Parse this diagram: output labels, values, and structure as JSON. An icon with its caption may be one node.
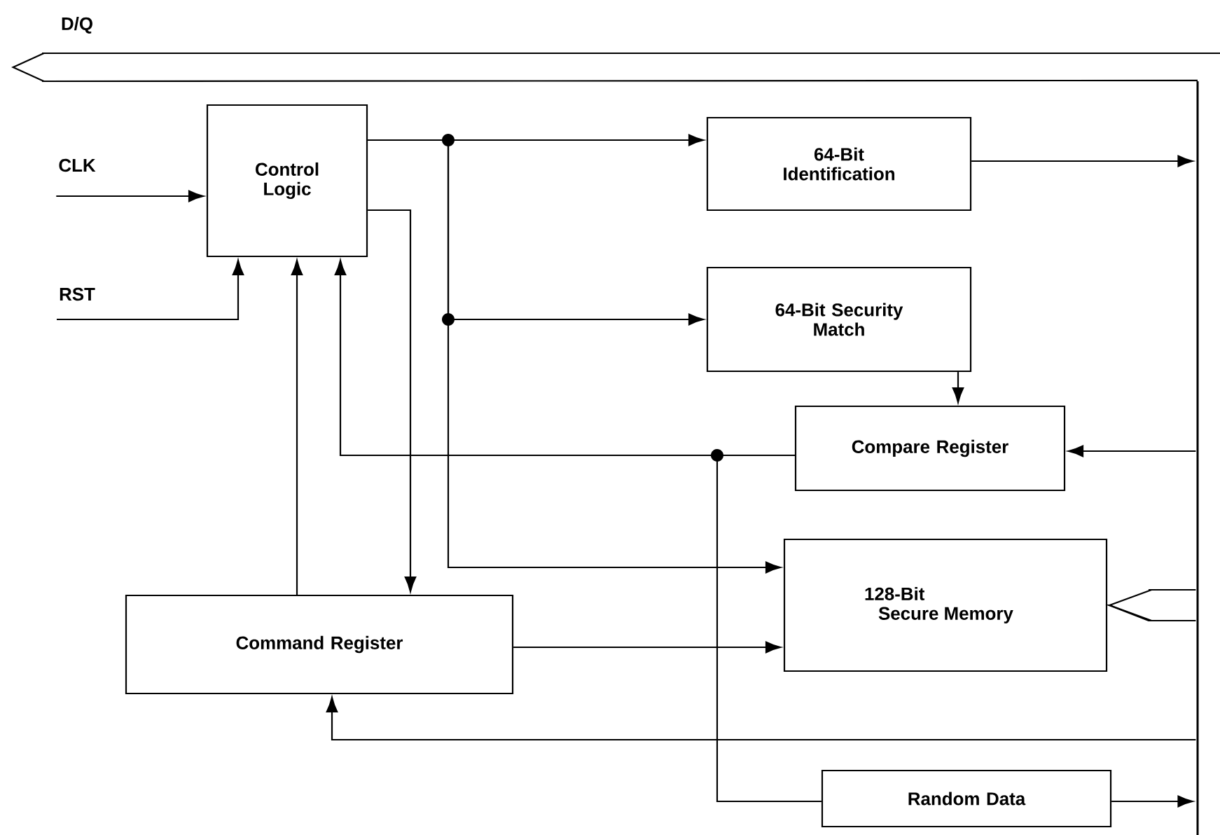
{
  "diagram": {
    "nodes": [
      {
        "text": [
          "Control Logic"
        ]
      },
      {
        "text": [
          "64-Bit Identification"
        ]
      },
      {
        "text": [
          "64-Bit Security Match"
        ]
      },
      {
        "text": [
          "Compare Register"
        ]
      },
      {
        "text": [
          "128-Bit Secure Memory"
        ]
      },
      {
        "text": [
          "Command Register"
        ]
      },
      {
        "text": [
          "Random Data"
        ]
      },
      {
        "text": [
          "CLK"
        ]
      },
      {
        "text": [
          "RST"
        ]
      },
      {
        "text": [],
        "shape": "bar"
      }
    ],
    "labels": [
      "D/Q"
    ],
    "edges": [
      {
        "from": 7,
        "to": 0,
        "arrow": "to"
      },
      {
        "from": 8,
        "to": 0,
        "arrow": "to"
      },
      {
        "from": 0,
        "to": 1,
        "arrow": "to"
      },
      {
        "from": 0,
        "to": 2,
        "arrow": "to"
      },
      {
        "from": 0,
        "to": 4,
        "arrow": "to"
      },
      {
        "from": 0,
        "to": 5,
        "arrow": "to"
      },
      {
        "from": 5,
        "to": 0,
        "arrow": "to"
      },
      {
        "from": 3,
        "to": 0,
        "arrow": "to"
      },
      {
        "from": 3,
        "to": 6,
        "arrow": "none"
      },
      {
        "from": 2,
        "to": 3,
        "arrow": "to"
      },
      {
        "from": 5,
        "to": 4,
        "arrow": "to"
      },
      {
        "from": 1,
        "to": 9,
        "arrow": "to"
      },
      {
        "from": 9,
        "to": 3,
        "arrow": "to"
      },
      {
        "from": 9,
        "to": 4,
        "arrow": "to"
      },
      {
        "from": 9,
        "to": 5,
        "arrow": "to"
      },
      {
        "from": 6,
        "to": 9,
        "arrow": "to"
      },
      {
        "from": 9,
        "to": null,
        "arrow": "to"
      }
    ]
  }
}
